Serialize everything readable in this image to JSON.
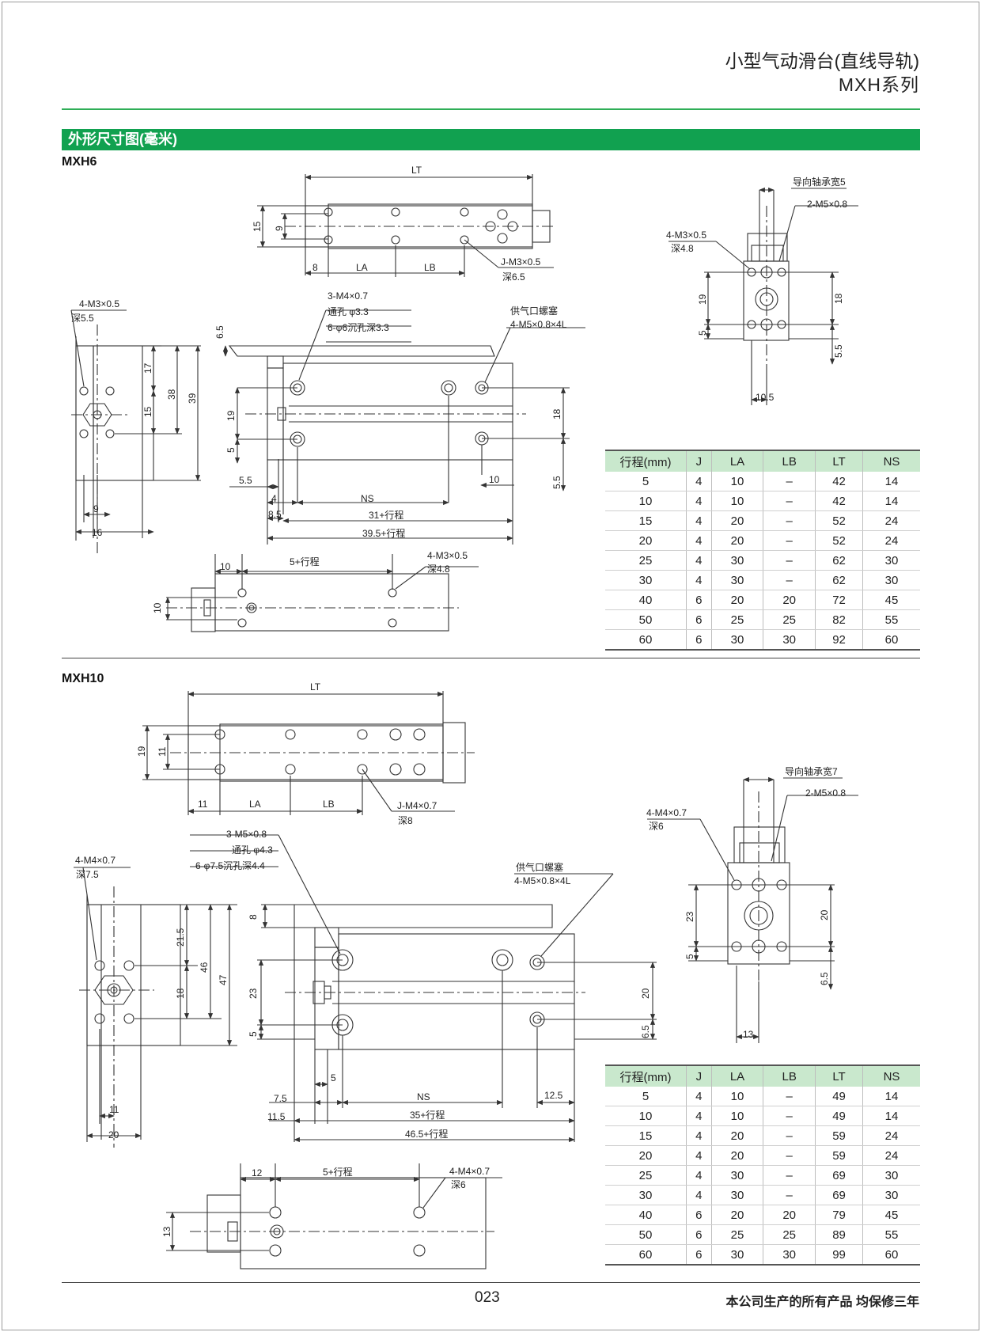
{
  "header": {
    "title": "小型气动滑台(直线导轨)",
    "series": "MXH系列"
  },
  "section": {
    "title": "外形尺寸图(毫米)"
  },
  "mxh6": {
    "model": "MXH6",
    "labels": {
      "lt": "LT",
      "la": "LA",
      "lb": "LB",
      "d15": "15",
      "d9": "9",
      "d8": "8",
      "j_thread": "J-M3×0.5",
      "j_depth": "深6.5",
      "side_thread": "4-M3×0.5",
      "side_depth": "深5.5",
      "hole1": "3-M4×0.7",
      "hole2": "通孔 φ3.3",
      "hole3": "6-φ6沉孔深3.3",
      "port1": "供气口螺塞",
      "port2": "4-M5×0.8×4L",
      "d6_5": "6.5",
      "d19": "19",
      "d5": "5",
      "d18": "18",
      "d5_5": "5.5",
      "d5_5b": "5.5",
      "d4": "4",
      "d8_5": "8.5",
      "ns": "NS",
      "d10": "10",
      "d31": "31+行程",
      "d39_5": "39.5+行程",
      "d17": "17",
      "d15b": "15",
      "d38": "38",
      "d39": "39",
      "d9b": "9",
      "d16": "16",
      "guide": "导向轴承宽5",
      "rt_thread": "2-M5×0.8",
      "rt_m3": "4-M3×0.5",
      "rt_depth": "深4.8",
      "rt19": "19",
      "rt5": "5",
      "rt18": "18",
      "rt5_5": "5.5",
      "rt10_5": "10.5",
      "bot10": "10",
      "bot_stroke": "5+行程",
      "bot_m3": "4-M3×0.5",
      "bot_depth": "深4.8",
      "bot_h": "10"
    },
    "table": {
      "headers": [
        "行程(mm)",
        "J",
        "LA",
        "LB",
        "LT",
        "NS"
      ],
      "rows": [
        [
          "5",
          "4",
          "10",
          "–",
          "42",
          "14"
        ],
        [
          "10",
          "4",
          "10",
          "–",
          "42",
          "14"
        ],
        [
          "15",
          "4",
          "20",
          "–",
          "52",
          "24"
        ],
        [
          "20",
          "4",
          "20",
          "–",
          "52",
          "24"
        ],
        [
          "25",
          "4",
          "30",
          "–",
          "62",
          "30"
        ],
        [
          "30",
          "4",
          "30",
          "–",
          "62",
          "30"
        ],
        [
          "40",
          "6",
          "20",
          "20",
          "72",
          "45"
        ],
        [
          "50",
          "6",
          "25",
          "25",
          "82",
          "55"
        ],
        [
          "60",
          "6",
          "30",
          "30",
          "92",
          "60"
        ]
      ]
    }
  },
  "mxh10": {
    "model": "MXH10",
    "labels": {
      "lt": "LT",
      "la": "LA",
      "lb": "LB",
      "d19": "19",
      "d11": "11",
      "d11b": "11",
      "j_thread": "J-M4×0.7",
      "j_depth": "深8",
      "side_thread": "4-M4×0.7",
      "side_depth": "深7.5",
      "hole1": "3-M5×0.8",
      "hole2": "通孔 φ4.3",
      "hole3": "6-φ7.5沉孔深4.4",
      "port1": "供气口螺塞",
      "port2": "4-M5×0.8×4L",
      "d8": "8",
      "d23": "23",
      "d5": "5",
      "d20": "20",
      "d6_5": "6.5",
      "d7_5": "7.5",
      "d5b": "5",
      "d11_5": "11.5",
      "ns": "NS",
      "d12_5": "12.5",
      "d35": "35+行程",
      "d46_5": "46.5+行程",
      "d21_5": "21.5",
      "d18": "18",
      "d46": "46",
      "d47": "47",
      "d11c": "11",
      "d20b": "20",
      "guide": "导向轴承宽7",
      "rt_thread": "2-M5×0.8",
      "rt_m4": "4-M4×0.7",
      "rt_depth": "深6",
      "rt23": "23",
      "rt5": "5",
      "rt20": "20",
      "rt6_5": "6.5",
      "rt13": "13",
      "bot12": "12",
      "bot_stroke": "5+行程",
      "bot_m4": "4-M4×0.7",
      "bot_depth": "深6",
      "bot_h": "13"
    },
    "table": {
      "headers": [
        "行程(mm)",
        "J",
        "LA",
        "LB",
        "LT",
        "NS"
      ],
      "rows": [
        [
          "5",
          "4",
          "10",
          "–",
          "49",
          "14"
        ],
        [
          "10",
          "4",
          "10",
          "–",
          "49",
          "14"
        ],
        [
          "15",
          "4",
          "20",
          "–",
          "59",
          "24"
        ],
        [
          "20",
          "4",
          "20",
          "–",
          "59",
          "24"
        ],
        [
          "25",
          "4",
          "30",
          "–",
          "69",
          "30"
        ],
        [
          "30",
          "4",
          "30",
          "–",
          "69",
          "30"
        ],
        [
          "40",
          "6",
          "20",
          "20",
          "79",
          "45"
        ],
        [
          "50",
          "6",
          "25",
          "25",
          "89",
          "55"
        ],
        [
          "60",
          "6",
          "30",
          "30",
          "99",
          "60"
        ]
      ]
    }
  },
  "footer": {
    "page": "023",
    "note": "本公司生产的所有产品 均保修三年"
  }
}
